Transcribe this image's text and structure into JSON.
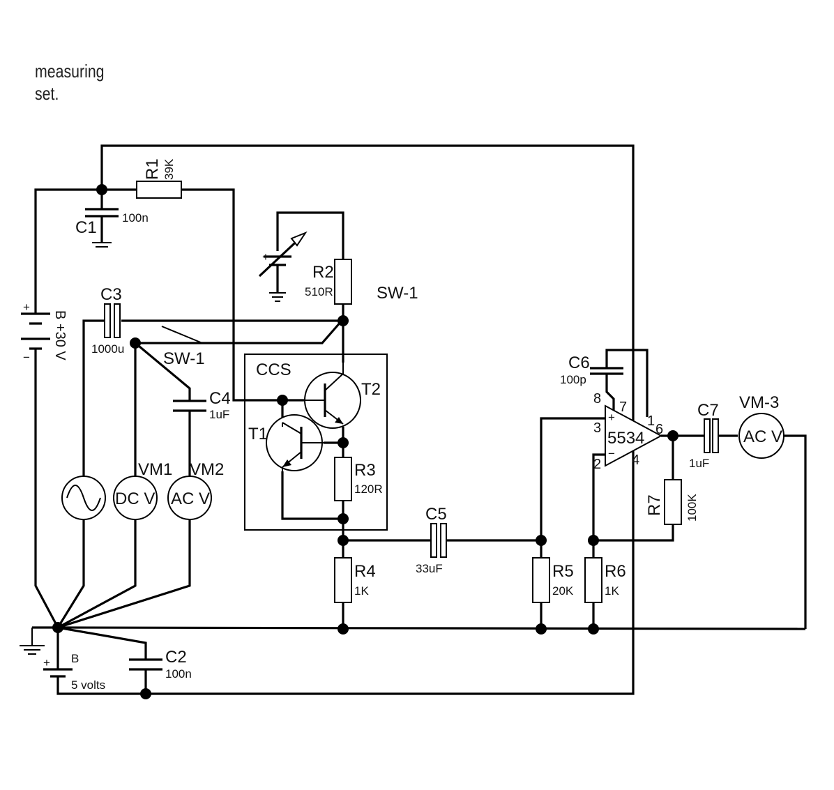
{
  "title": {
    "line1": "measuring",
    "line2": "set."
  },
  "components": {
    "r1": {
      "ref": "R1",
      "value": "39K"
    },
    "r2": {
      "ref": "R2",
      "value": "510R"
    },
    "r3": {
      "ref": "R3",
      "value": "120R"
    },
    "r4": {
      "ref": "R4",
      "value": "1K"
    },
    "r5": {
      "ref": "R5",
      "value": "20K"
    },
    "r6": {
      "ref": "R6",
      "value": "1K"
    },
    "r7": {
      "ref": "R7",
      "value": "100K"
    },
    "c1": {
      "ref": "C1",
      "value": "100n"
    },
    "c2": {
      "ref": "C2",
      "value": "100n"
    },
    "c3": {
      "ref": "C3",
      "value": "1000u"
    },
    "c4": {
      "ref": "C4",
      "value": "1uF"
    },
    "c5": {
      "ref": "C5",
      "value": "33uF"
    },
    "c6": {
      "ref": "C6",
      "value": "100p"
    },
    "c7": {
      "ref": "C7",
      "value": "1uF"
    },
    "t1": "T1",
    "t2": "T2",
    "ccs": "CCS",
    "sw1_top": "SW-1",
    "sw1_left": "SW-1",
    "vm1": {
      "ref": "VM1",
      "text": "DC V"
    },
    "vm2": {
      "ref": "VM2",
      "text": "AC V"
    },
    "vm3": {
      "ref": "VM-3",
      "text": "AC V"
    },
    "battery_main": "B +30 V",
    "battery_small": {
      "ref": "B",
      "value": "5 volts"
    },
    "opamp": {
      "name": "5534",
      "pins": {
        "p1": "1",
        "p2": "2",
        "p3": "3",
        "p4": "4",
        "p6": "6",
        "p7": "7",
        "p8": "8"
      },
      "plus": "+",
      "minus": "−"
    },
    "plus_sign": "+",
    "minus_sign": "−"
  }
}
